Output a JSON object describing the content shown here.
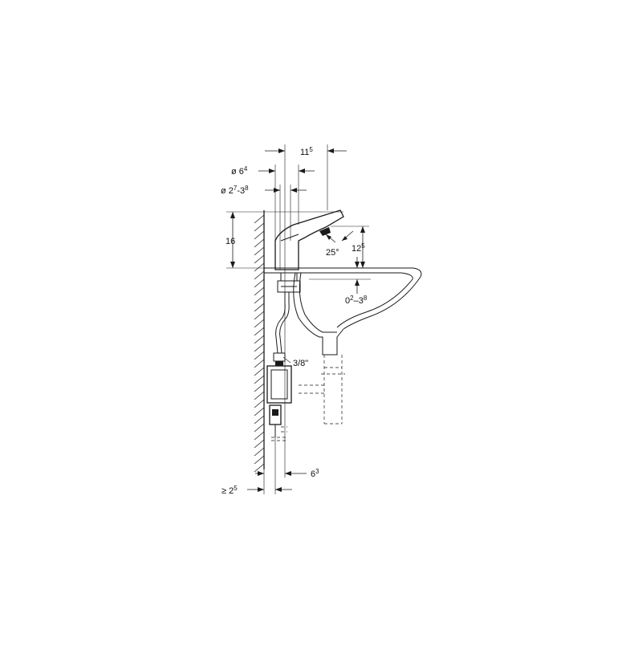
{
  "dimensions": {
    "top_width_main": "11",
    "top_width_sup": "5",
    "dia_outer_main": "ø 6",
    "dia_outer_sup": "4",
    "dia_range_a_main": "ø 2",
    "dia_range_a_sup": "7",
    "dia_range_b_main": "-3",
    "dia_range_b_sup": "8",
    "height_left": "16",
    "spout_angle": "25°",
    "spout_height_main": "12",
    "spout_height_sup": "5",
    "deck_range_a_main": "0",
    "deck_range_a_sup": "2",
    "deck_range_b_main": "–3",
    "deck_range_b_sup": "8",
    "hose_connection": "3/8\"",
    "box_offset_main": "6",
    "box_offset_sup": "3",
    "wall_min_main": "≥ 2",
    "wall_min_sup": "5"
  }
}
